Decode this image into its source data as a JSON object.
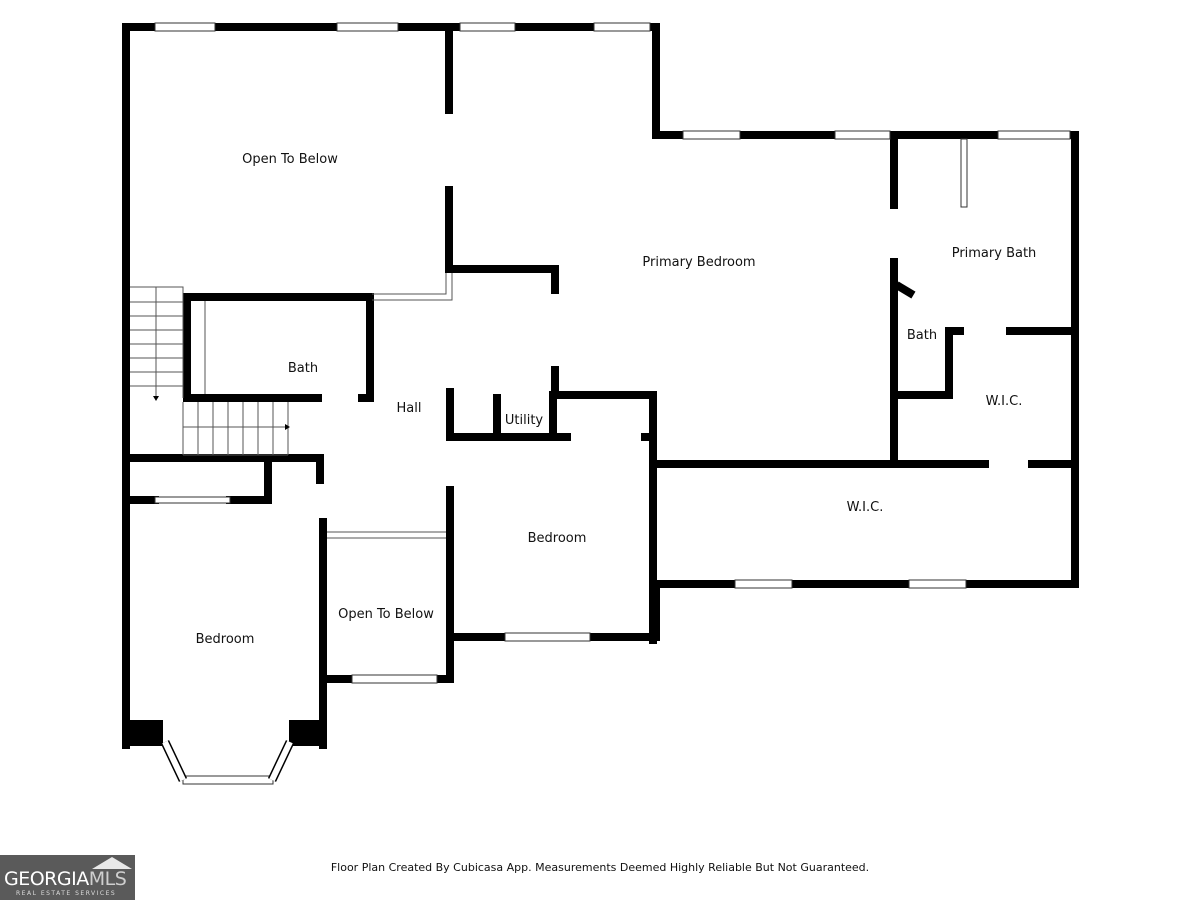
{
  "rooms": {
    "open_to_below_1": "Open To Below",
    "primary_bedroom": "Primary Bedroom",
    "primary_bath": "Primary Bath",
    "bath_small": "Bath",
    "bath_main": "Bath",
    "hall": "Hall",
    "utility": "Utility",
    "wic_small": "W.I.C.",
    "wic_large": "W.I.C.",
    "bedroom_center": "Bedroom",
    "bedroom_left": "Bedroom",
    "open_to_below_2": "Open To Below"
  },
  "footer": "Floor Plan Created By Cubicasa App. Measurements Deemed Highly Reliable But Not Guaranteed.",
  "logo": {
    "main_a": "GEORGIA",
    "main_b": "MLS",
    "sub": "REAL ESTATE SERVICES"
  }
}
